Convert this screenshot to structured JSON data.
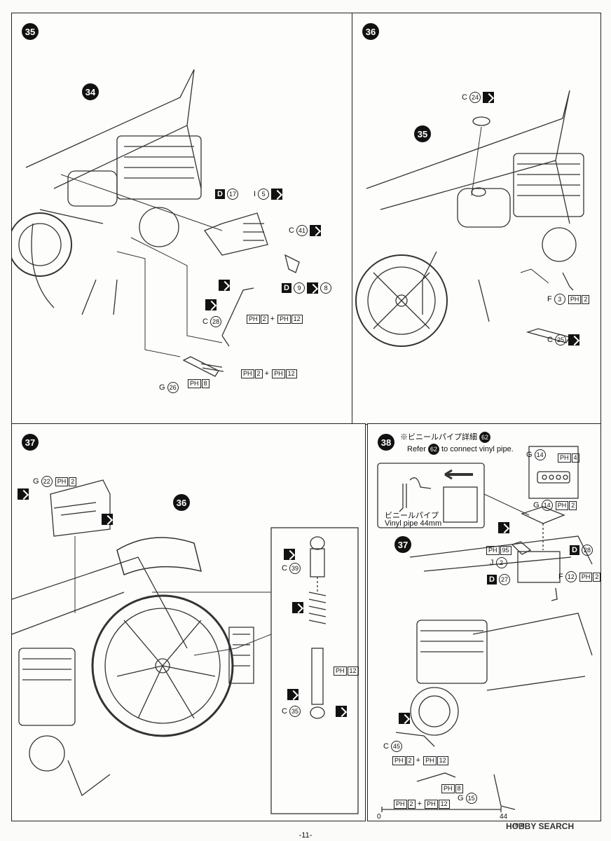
{
  "steps": [
    {
      "number": "35",
      "ref_step": "34",
      "labels": {
        "d17": "D",
        "d17_num": "17",
        "i5": "I",
        "i5_num": "5",
        "c41": "C",
        "c41_num": "41",
        "d9": "D",
        "d9_num": "9",
        "d9_num2": "8",
        "c28": "C",
        "c28_num": "28",
        "ph2": "PH",
        "ph2_num": "2",
        "ph12": "PH",
        "ph12_num": "12",
        "g26": "G",
        "g26_num": "26",
        "ph8": "PH",
        "ph8_num": "8",
        "plus": "+"
      }
    },
    {
      "number": "36",
      "ref_step": "35",
      "labels": {
        "c24": "C",
        "c24_num": "24",
        "f3": "F",
        "f3_num": "3",
        "ph2": "PH",
        "ph2_num": "2",
        "c25": "C",
        "c25_num": "25"
      }
    },
    {
      "number": "37",
      "ref_step": "36",
      "labels": {
        "g22": "G",
        "g22_num": "22",
        "ph2": "PH",
        "ph2_num": "2",
        "c39": "C",
        "c39_num": "39",
        "ph12": "PH",
        "ph12_num": "12",
        "c35": "C",
        "c35_num": "35"
      }
    },
    {
      "number": "38",
      "ref_step": "37",
      "note_jp": "※ビニールパイプ詳細",
      "note_ref": "62",
      "note_en_pre": "Refer",
      "note_en_post": "to connect vinyl pipe.",
      "pipe_jp": "ビニールパイプ",
      "pipe_en": "Vinyl pipe 44mm",
      "labels": {
        "g14": "G",
        "g14_num": "14",
        "ph4": "PH",
        "ph4_num": "4",
        "g14b": "G",
        "g14b_num": "14",
        "ph2": "PH",
        "ph2_num": "2",
        "ph95": "PH",
        "ph95_num": "95",
        "j2": "J",
        "j2_num": "2",
        "d28": "D",
        "d28_num": "28",
        "d27": "D",
        "d27_num": "27",
        "f12": "F",
        "f12_num": "12",
        "ph2b": "PH",
        "ph2b_num": "2",
        "c45": "C",
        "c45_num": "45",
        "ph2c": "PH",
        "ph2c_num": "2",
        "ph12": "PH",
        "ph12_num": "12",
        "ph8": "PH",
        "ph8_num": "8",
        "g15": "G",
        "g15_num": "15",
        "ph2d": "PH",
        "ph2d_num": "2",
        "ph12b": "PH",
        "ph12b_num": "12",
        "plus": "+"
      },
      "scale": {
        "zero": "0",
        "length": "44",
        "unit": "mm"
      }
    }
  ],
  "page_number": "-11-",
  "watermark": "HOBBY SEARCH"
}
